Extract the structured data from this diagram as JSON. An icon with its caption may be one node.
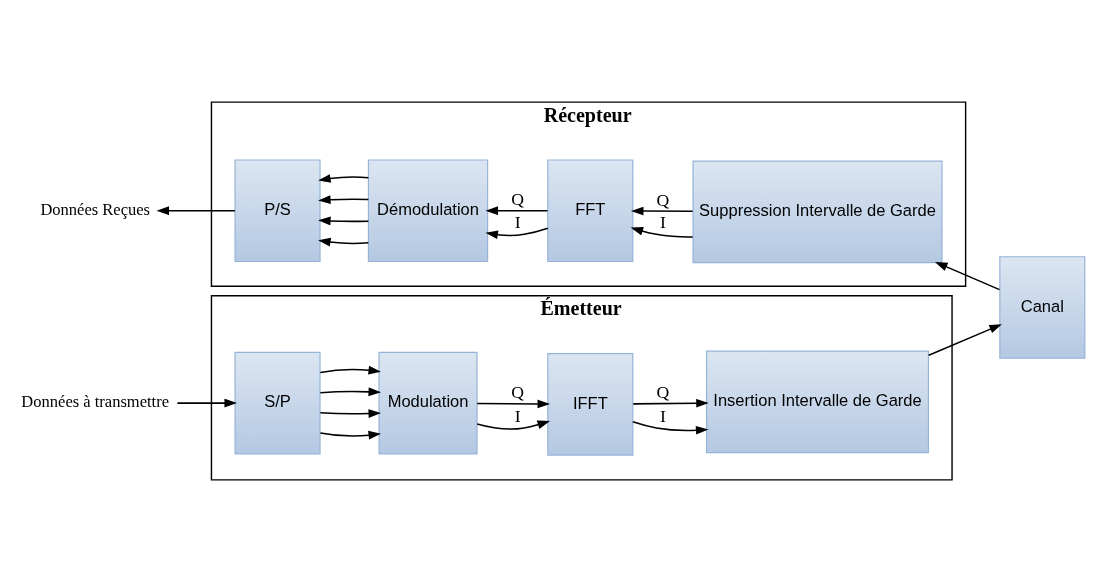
{
  "diagram": {
    "nodes": [
      {
        "text": [
          "Émetteur"
        ]
      },
      {
        "text": [
          "Données à transmettre"
        ]
      },
      {
        "text": [
          "S/P"
        ],
        "in": 0
      },
      {
        "text": [
          "Modulation"
        ],
        "in": 0
      },
      {
        "text": [
          "IFFT"
        ],
        "in": 0
      },
      {
        "text": [
          "Insertion Intervalle de Garde"
        ],
        "in": 0
      },
      {
        "text": [
          "Canal"
        ]
      },
      {
        "text": [
          "Récepteur"
        ]
      },
      {
        "text": [
          "Suppression Intervalle de Garde"
        ],
        "in": 7
      },
      {
        "text": [
          "FFT"
        ],
        "in": 7
      },
      {
        "text": [
          "Démodulation"
        ],
        "in": 7
      },
      {
        "text": [
          "P/S"
        ],
        "in": 7
      },
      {
        "text": [
          "Données Reçues"
        ]
      }
    ],
    "edges": [
      {
        "from": 1,
        "to": 2,
        "arrow": "to"
      },
      {
        "from": 2,
        "to": 3,
        "arrow": "to"
      },
      {
        "from": 2,
        "to": 3,
        "arrow": "to"
      },
      {
        "from": 2,
        "to": 3,
        "arrow": "to"
      },
      {
        "from": 2,
        "to": 3,
        "arrow": "to"
      },
      {
        "from": 3,
        "to": 4,
        "arrow": "to",
        "label": "I"
      },
      {
        "from": 3,
        "to": 4,
        "arrow": "to",
        "label": "Q"
      },
      {
        "from": 4,
        "to": 5,
        "arrow": "to",
        "label": "I"
      },
      {
        "from": 4,
        "to": 5,
        "arrow": "to",
        "label": "Q"
      },
      {
        "from": 5,
        "to": 6,
        "arrow": "to"
      },
      {
        "from": 6,
        "to": 8,
        "arrow": "to"
      },
      {
        "from": 8,
        "to": 9,
        "arrow": "to",
        "label": "I"
      },
      {
        "from": 8,
        "to": 9,
        "arrow": "to",
        "label": "Q"
      },
      {
        "from": 9,
        "to": 10,
        "arrow": "to",
        "label": "I"
      },
      {
        "from": 9,
        "to": 10,
        "arrow": "to",
        "label": "Q"
      },
      {
        "from": 10,
        "to": 11,
        "arrow": "to"
      },
      {
        "from": 10,
        "to": 11,
        "arrow": "to"
      },
      {
        "from": 10,
        "to": 11,
        "arrow": "to"
      },
      {
        "from": 10,
        "to": 11,
        "arrow": "to"
      },
      {
        "from": 11,
        "to": 12,
        "arrow": "to"
      }
    ]
  }
}
